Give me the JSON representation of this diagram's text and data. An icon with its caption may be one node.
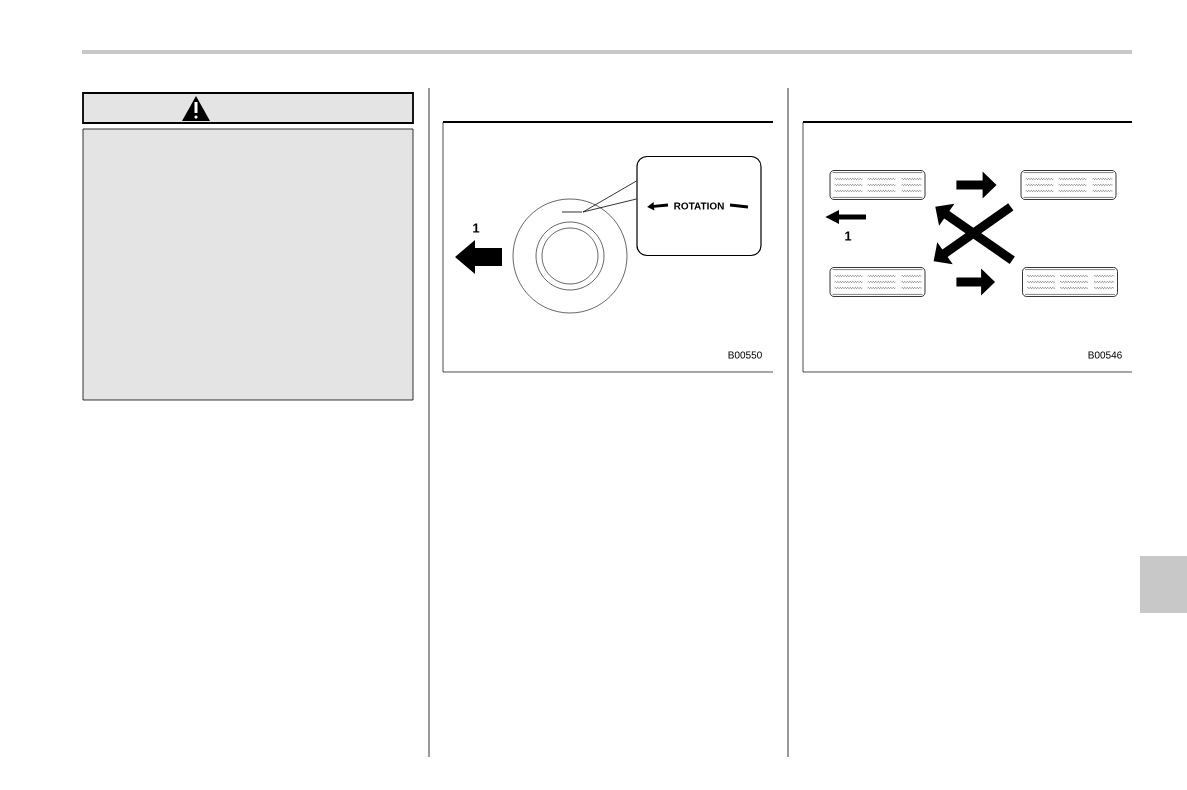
{
  "diagram": {
    "nodes": [
      {
        "text": [
          "ROTATION"
        ]
      },
      {
        "text": [],
        "shape": "circle"
      },
      {
        "text": [],
        "shape": "picture"
      },
      {
        "text": [],
        "shape": "picture"
      },
      {
        "text": [],
        "shape": "picture"
      },
      {
        "text": [],
        "shape": "picture"
      }
    ],
    "edges": [
      {
        "from": 0,
        "to": 1,
        "arrow": "none"
      },
      {
        "from": 2,
        "to": 3,
        "arrow": "to"
      },
      {
        "from": 4,
        "to": 5,
        "arrow": "to"
      },
      {
        "from": 5,
        "to": 2,
        "arrow": "to"
      },
      {
        "from": 3,
        "to": 4,
        "arrow": "to"
      }
    ],
    "labels": [
      "1",
      "B00550",
      "1",
      "B00546"
    ]
  }
}
